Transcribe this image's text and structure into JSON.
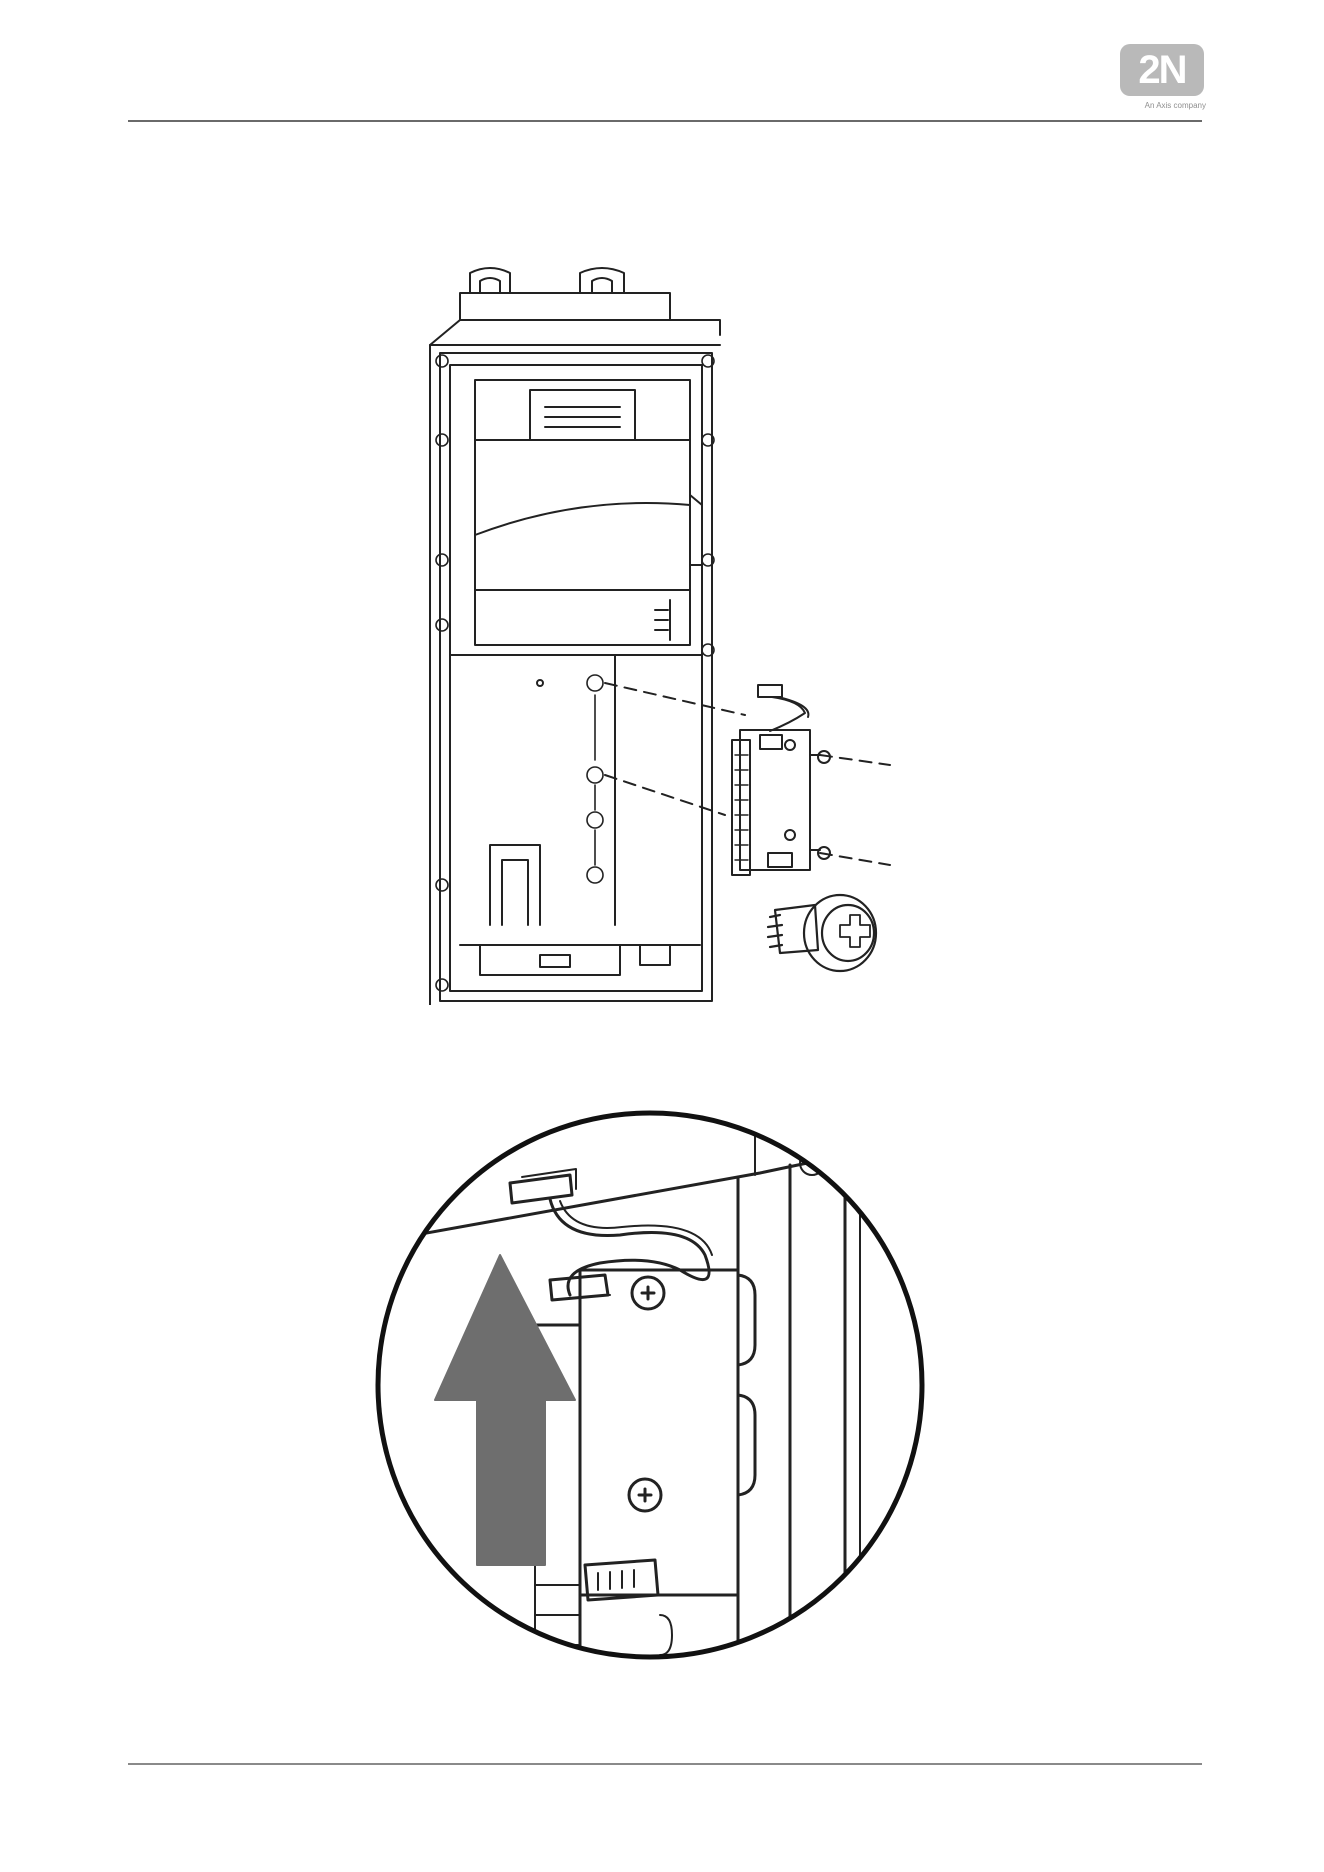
{
  "header": {
    "logo_text": "2N",
    "logo_tagline": "An Axis company"
  },
  "figures": [
    {
      "name": "exploded-module-installation"
    },
    {
      "name": "detail-cable-connection"
    }
  ],
  "colors": {
    "rule": "#6a6a6a",
    "logo": "#b9b9b9",
    "arrow": "#6e6e6e",
    "line": "#222222"
  }
}
